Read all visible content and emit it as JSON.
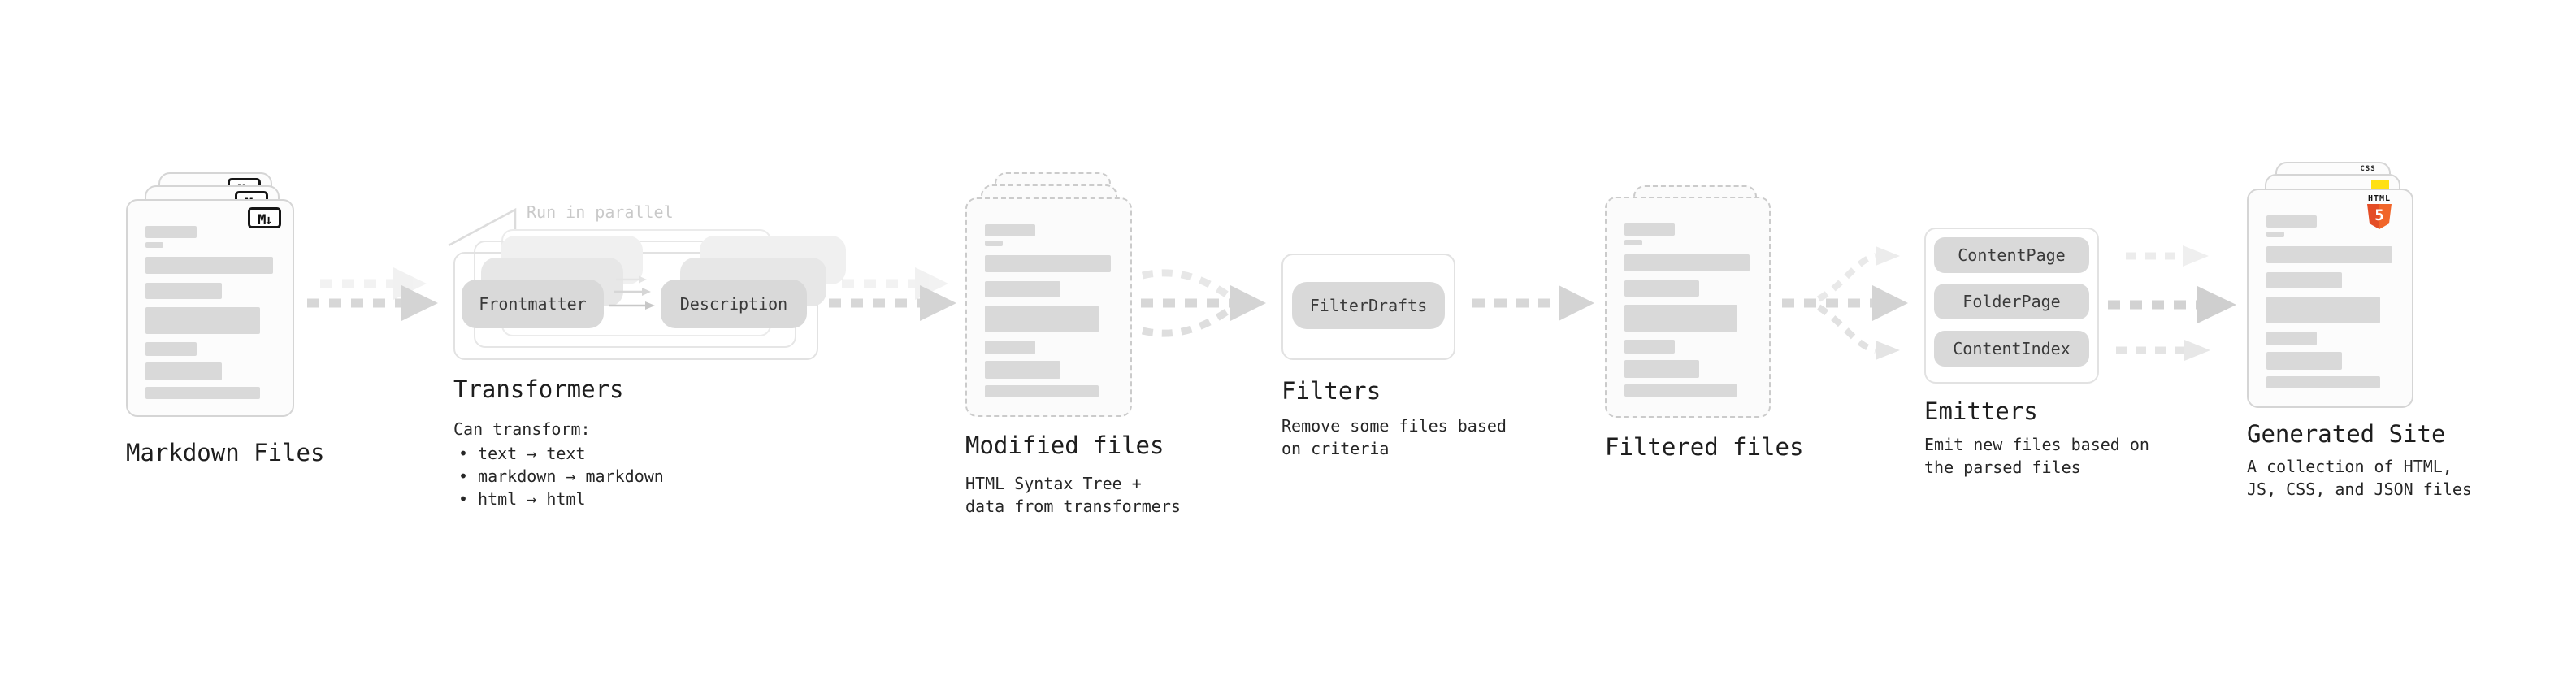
{
  "colors": {
    "doc_border": "#d5d5d5",
    "dashed_border": "#cbcbcb",
    "placeholder_bar": "#d9d9d9",
    "pill_gray": "#d9d9d9",
    "outline_box": "#e2e2e2",
    "arrow_gray": "#d6d6d6",
    "note_gray": "#c9c9c9",
    "text_dark": "#1e1e1e",
    "html5_orange_dark": "#e44d26",
    "html5_orange_light": "#f16529",
    "js_yellow": "#ffe014",
    "css_blue": "#3b6ef5"
  },
  "doc_placeholder": {
    "bars": [
      {
        "w": "40%",
        "h": 15,
        "mb": 5
      },
      {
        "w": "14%",
        "h": 7,
        "mb": 11
      },
      {
        "w": "100%",
        "h": 21,
        "mb": 11
      },
      {
        "w": "60%",
        "h": 20,
        "mb": 10
      },
      {
        "w": "90%",
        "h": 33,
        "mb": 10
      },
      {
        "w": "40%",
        "h": 17,
        "mb": 8
      },
      {
        "w": "60%",
        "h": 22,
        "mb": 8
      },
      {
        "w": "90%",
        "h": 15,
        "mb": 0
      }
    ]
  },
  "stages": {
    "markdown_files": {
      "label": "Markdown Files",
      "badge": "M↓"
    },
    "transformers": {
      "label": "Transformers",
      "note": "Run in parallel",
      "pill_left": "Frontmatter",
      "pill_right": "Description",
      "desc_title": "Can transform:",
      "bullet_marker": "•",
      "bullets": [
        "text → text",
        "markdown → markdown",
        "html → html"
      ]
    },
    "modified_files": {
      "label": "Modified files",
      "desc": "HTML Syntax Tree +\ndata from transformers"
    },
    "filters": {
      "label": "Filters",
      "pill": "FilterDrafts",
      "desc": "Remove some files based\non criteria"
    },
    "filtered_files": {
      "label": "Filtered files"
    },
    "emitters": {
      "label": "Emitters",
      "pills": [
        "ContentPage",
        "FolderPage",
        "ContentIndex"
      ],
      "desc": "Emit new files based on\nthe parsed files"
    },
    "generated_site": {
      "label": "Generated Site",
      "desc": "A collection of HTML,\nJS, CSS, and JSON files",
      "css_badge": "CSS",
      "html_badge_word": "HTML",
      "html_badge_number": "5"
    }
  }
}
